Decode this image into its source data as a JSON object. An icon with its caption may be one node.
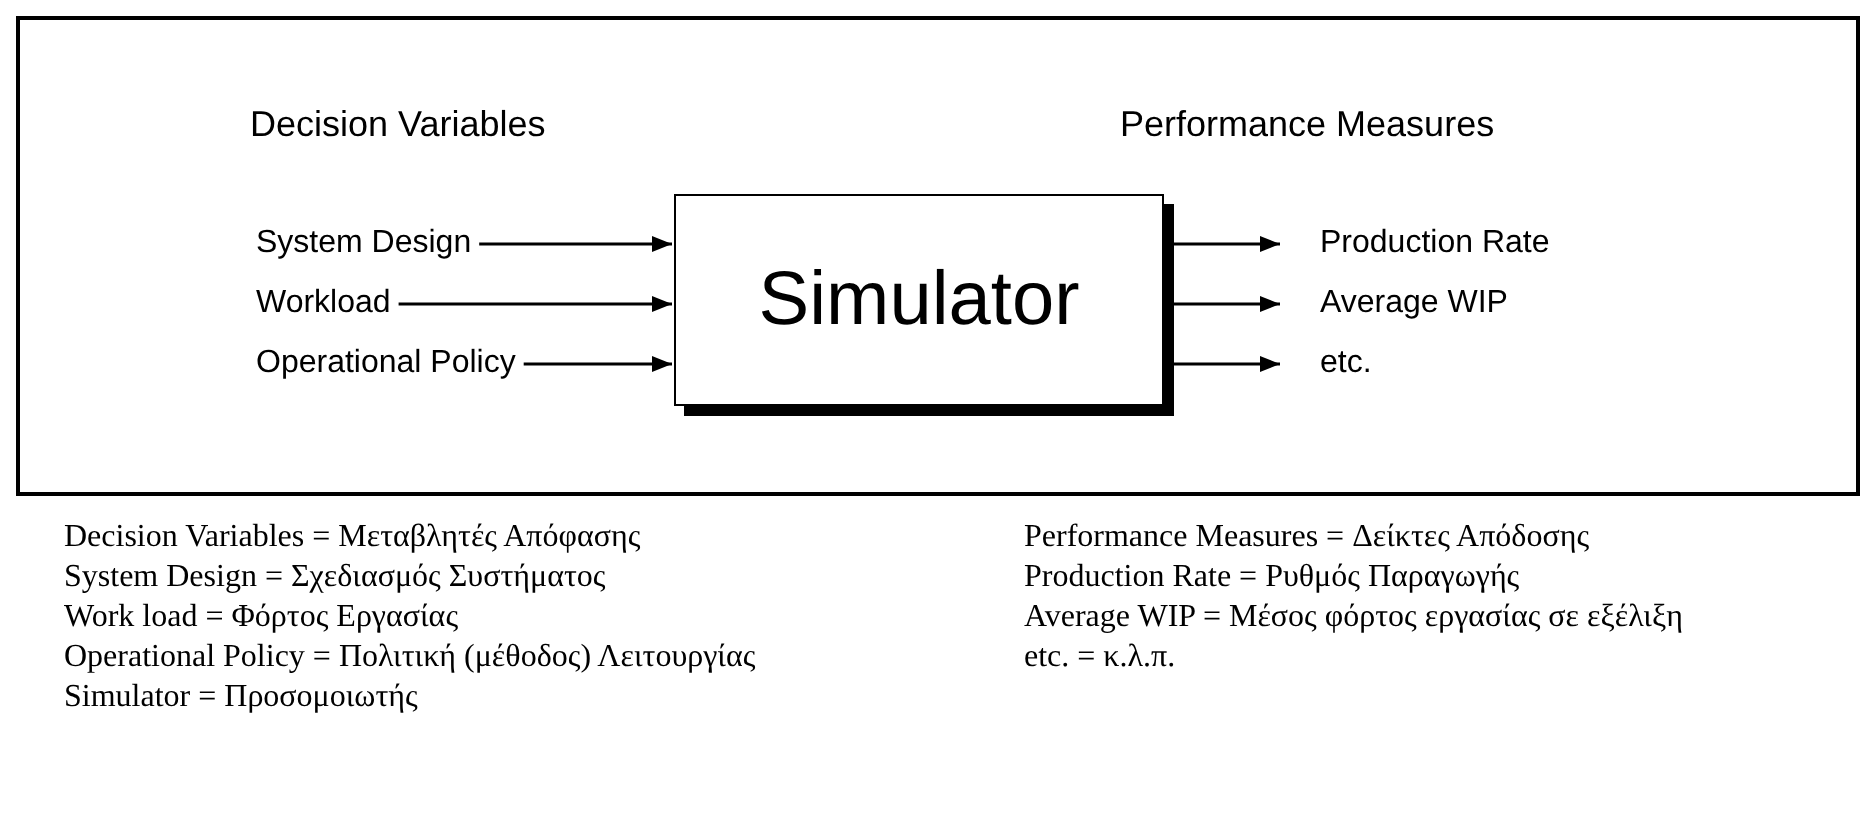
{
  "diagram": {
    "nodes": [
      {
        "text": [
          "System Design"
        ]
      },
      {
        "text": [
          "Workload"
        ]
      },
      {
        "text": [
          "Operational Policy"
        ]
      },
      {
        "text": [
          "Simulator"
        ]
      },
      {
        "text": [
          "Production Rate"
        ]
      },
      {
        "text": [
          "Average WIP"
        ]
      },
      {
        "text": [
          "etc."
        ]
      }
    ],
    "edges": [
      {
        "from": 0,
        "to": 3,
        "arrow": "to"
      },
      {
        "from": 1,
        "to": 3,
        "arrow": "to"
      },
      {
        "from": 2,
        "to": 3,
        "arrow": "to"
      },
      {
        "from": 3,
        "to": 4,
        "arrow": "to"
      },
      {
        "from": 3,
        "to": 5,
        "arrow": "to"
      },
      {
        "from": 3,
        "to": 6,
        "arrow": "to"
      }
    ],
    "labels": [
      "Decision Variables",
      "Performance Measures",
      "Decision Variables = Μεταβλητές Απόφασης",
      "System Design = Σχεδιασμός Συστήματος",
      "Work load = Φόρτος Εργασίας",
      "Operational Policy = Πολιτική (μέθοδος) Λειτουργίας",
      "Simulator = Προσομοιωτής",
      "Performance Measures = Δείκτες Απόδοσης",
      "Production Rate = Ρυθμός Παραγωγής",
      "Average WIP = Μέσος φόρτος εργασίας σε εξέλιξη",
      "etc. = κ.λ.π."
    ]
  }
}
